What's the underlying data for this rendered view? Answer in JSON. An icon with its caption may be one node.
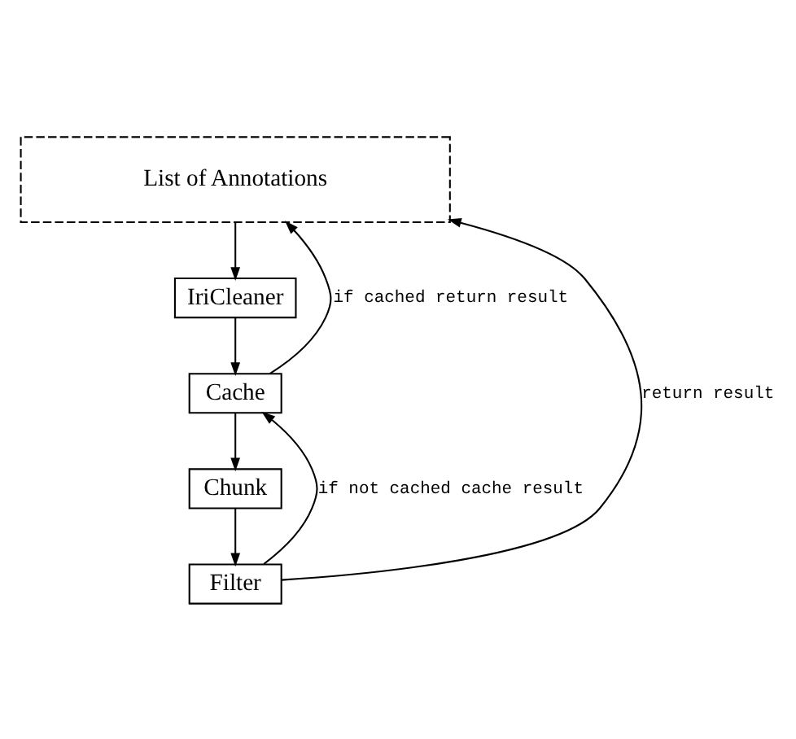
{
  "diagram": {
    "nodes": [
      {
        "text": [
          "List of Annotations"
        ]
      },
      {
        "text": [
          "IriCleaner"
        ]
      },
      {
        "text": [
          "Cache"
        ]
      },
      {
        "text": [
          "Chunk"
        ]
      },
      {
        "text": [
          "Filter"
        ]
      }
    ],
    "edges": [
      {
        "from": 0,
        "to": 1,
        "arrow": "to"
      },
      {
        "from": 1,
        "to": 2,
        "arrow": "to"
      },
      {
        "from": 2,
        "to": 0,
        "arrow": "to",
        "label": "if cached return result"
      },
      {
        "from": 2,
        "to": 3,
        "arrow": "to"
      },
      {
        "from": 3,
        "to": 4,
        "arrow": "to"
      },
      {
        "from": 4,
        "to": 2,
        "arrow": "to",
        "label": "if not cached cache result"
      },
      {
        "from": 4,
        "to": 0,
        "arrow": "to",
        "label": "return result"
      }
    ]
  }
}
